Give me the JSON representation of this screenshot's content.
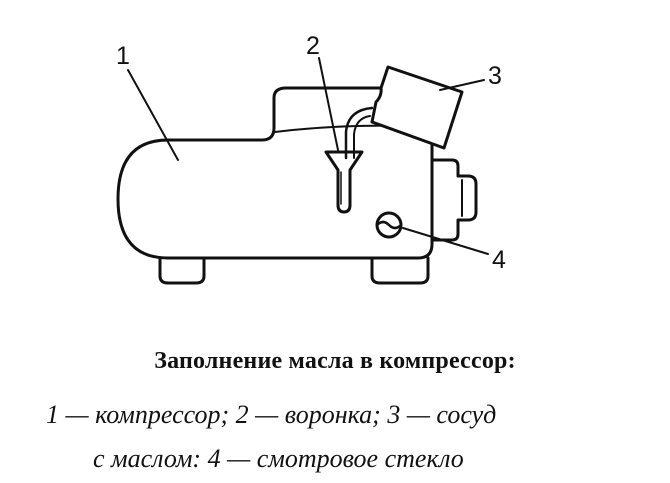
{
  "diagram": {
    "callouts": [
      {
        "id": "compressor",
        "number": "1"
      },
      {
        "id": "funnel",
        "number": "2"
      },
      {
        "id": "oil-vessel",
        "number": "3"
      },
      {
        "id": "sight-glass",
        "number": "4"
      }
    ]
  },
  "caption": {
    "title": "Заполнение масла в компрессор:",
    "line1": "1 — компрессор; 2 — воронка; 3 — сосуд",
    "line2": "с маслом: 4 — смотровое стекло"
  }
}
